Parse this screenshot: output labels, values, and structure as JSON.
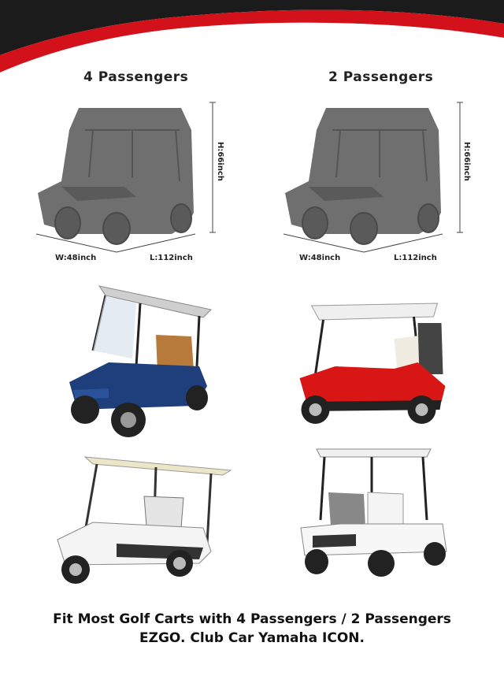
{
  "headings": {
    "four": "4 Passengers",
    "two": "2 Passengers"
  },
  "dimensions": {
    "height": "H:66inch",
    "width": "W:48inch",
    "length": "L:112inch"
  },
  "caption": {
    "line1": "Fit Most Golf Carts with 4 Passengers / 2 Passengers",
    "line2": "EZGO. Club Car Yamaha ICON."
  },
  "colors": {
    "banner_red": "#d3111b",
    "banner_dark": "#1b1b1b",
    "cover_gray": "#6f6f6f"
  }
}
